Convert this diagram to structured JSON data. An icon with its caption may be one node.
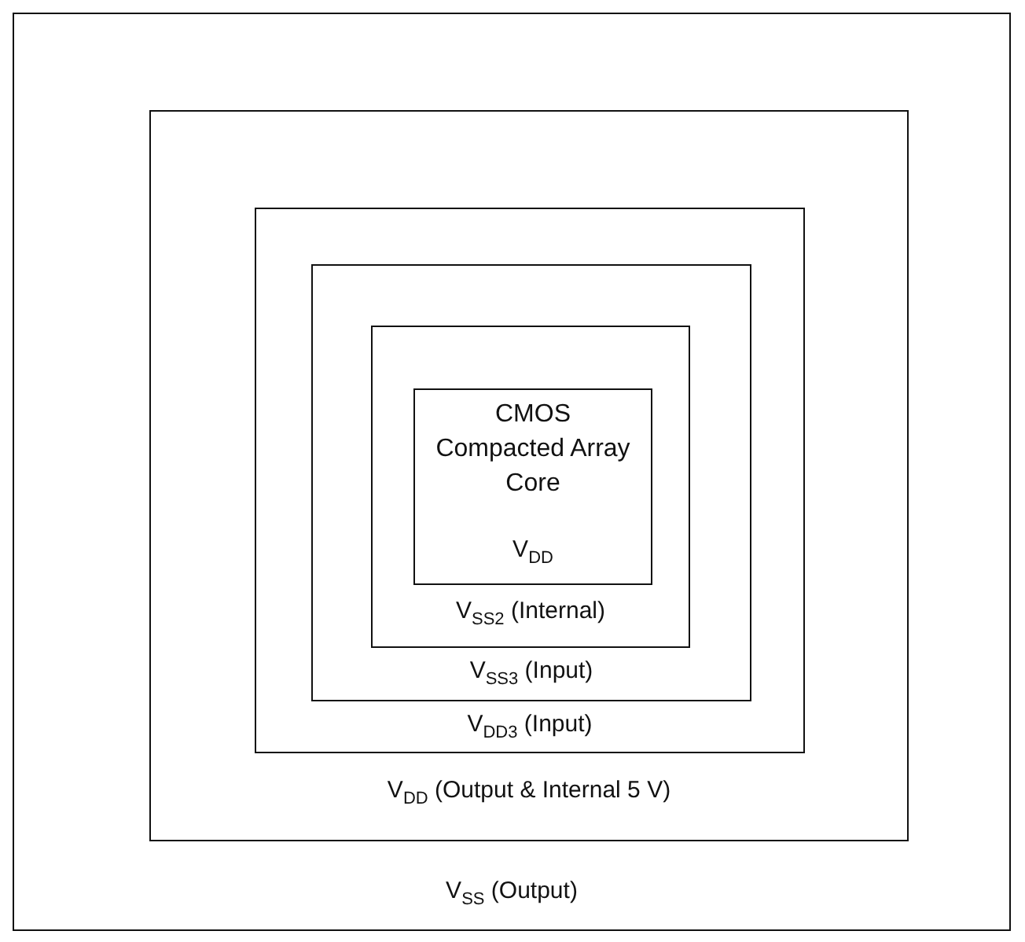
{
  "diagram": {
    "nodes": [
      {
        "text": [
          "V$_{SS}$ (Output)"
        ]
      },
      {
        "text": [
          "V$_{DD}$ (Output & Internal 5 V)"
        ],
        "in": 0
      },
      {
        "text": [
          "V$_{DD3}$ (Input)"
        ],
        "in": 1
      },
      {
        "text": [
          "V$_{SS3}$ (Input)"
        ],
        "in": 2
      },
      {
        "text": [
          "V$_{SS2}$ (Internal)"
        ],
        "in": 3
      },
      {
        "text": [
          "CMOS Compacted Array Core",
          "V$_{DD}$"
        ],
        "in": 4
      }
    ]
  }
}
